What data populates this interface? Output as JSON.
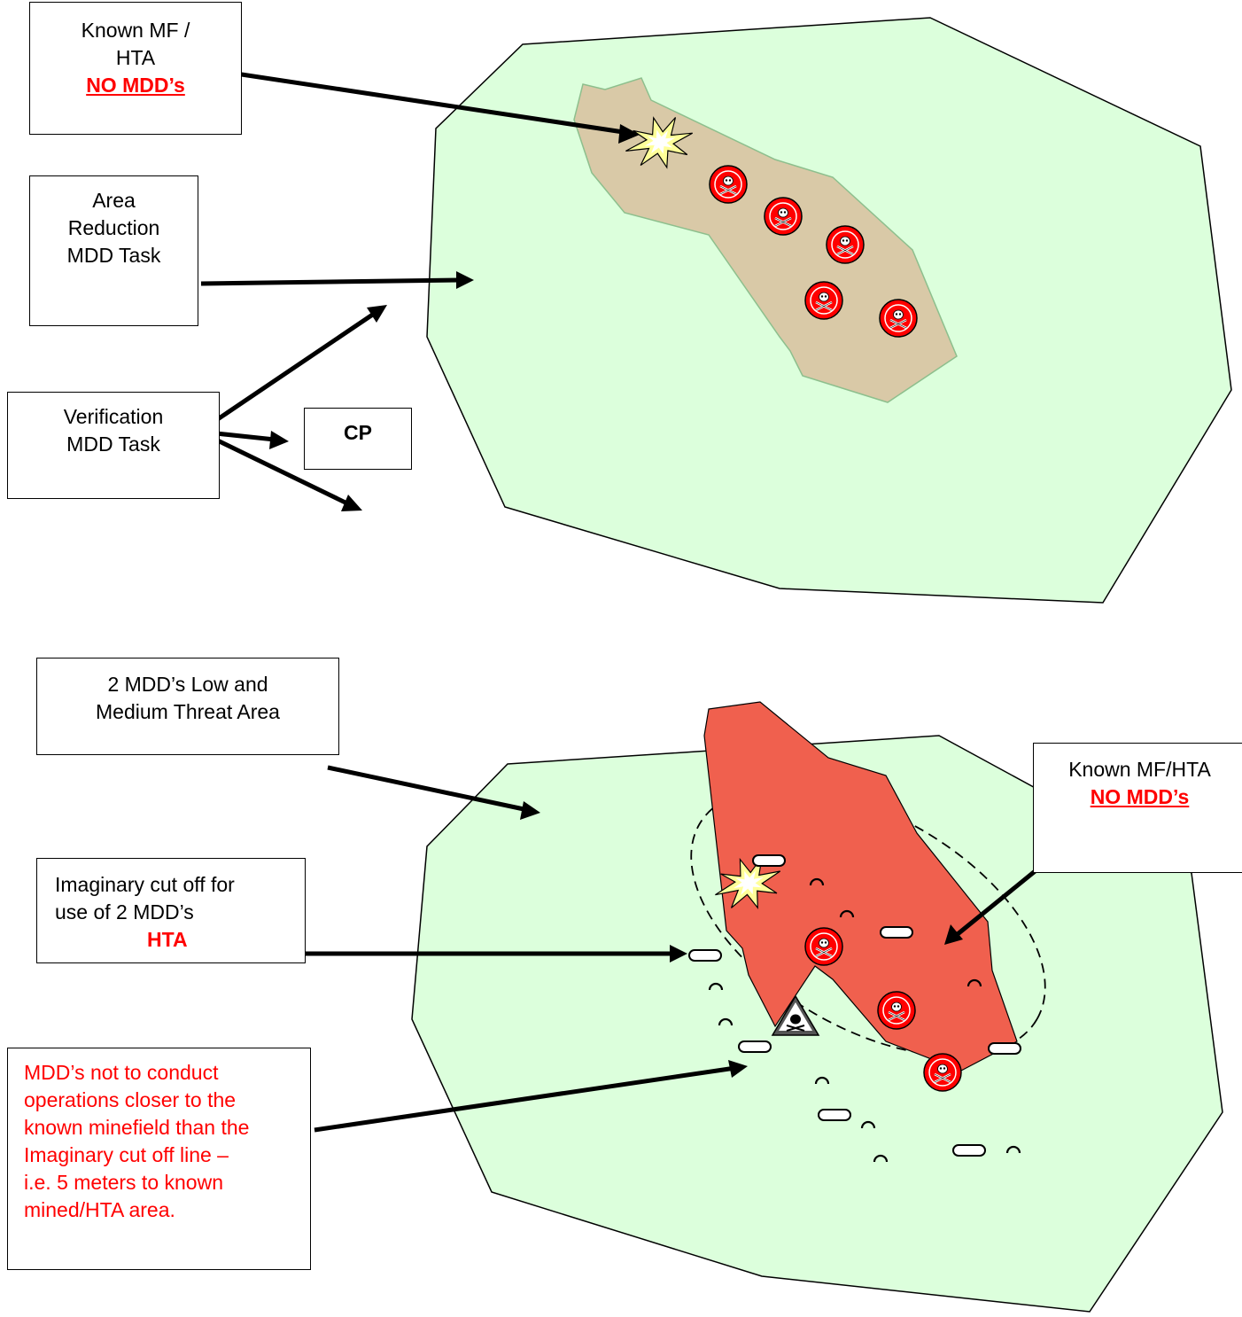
{
  "colors": {
    "zone_fill": "#dcffdc",
    "suspect_fill": "#d9c9a7",
    "hta_fill": "#f0604e",
    "mine_red": "#ff0000",
    "text_red": "#ff0000",
    "outline": "#000000"
  },
  "top_diagram": {
    "known_mf_box": {
      "line1": "Known MF /",
      "line2": "HTA",
      "warning": "NO MDD’s"
    },
    "area_reduction_box": {
      "line1": "Area",
      "line2": "Reduction",
      "line3": "MDD Task"
    },
    "verification_box": {
      "line1": "Verification",
      "line2": "MDD Task"
    },
    "cp_box": {
      "label": "CP"
    },
    "icons": [
      "explosion-icon",
      "mine-skull-icon",
      "mine-skull-icon",
      "mine-skull-icon",
      "mine-skull-icon",
      "mine-skull-icon"
    ]
  },
  "bottom_diagram": {
    "two_mdd_box": {
      "line1": "2 MDD’s Low and",
      "line2": "Medium Threat Area"
    },
    "known_mf_box": {
      "line1": "Known MF/HTA",
      "warning": "NO MDD’s"
    },
    "cutoff_box": {
      "line1": "Imaginary cut off for",
      "line2": "use of 2 MDD’s",
      "hta_label": "HTA"
    },
    "rule_box": {
      "lines": [
        "MDD’s not to conduct",
        "operations closer to the",
        "known minefield than the",
        "Imaginary cut off line –",
        "i.e. 5 meters to known",
        "mined/HTA area."
      ]
    },
    "icons": [
      "explosion-icon",
      "mine-skull-icon",
      "mine-skull-icon",
      "mine-skull-icon",
      "danger-warning-icon",
      "dog-marker-icon"
    ]
  }
}
